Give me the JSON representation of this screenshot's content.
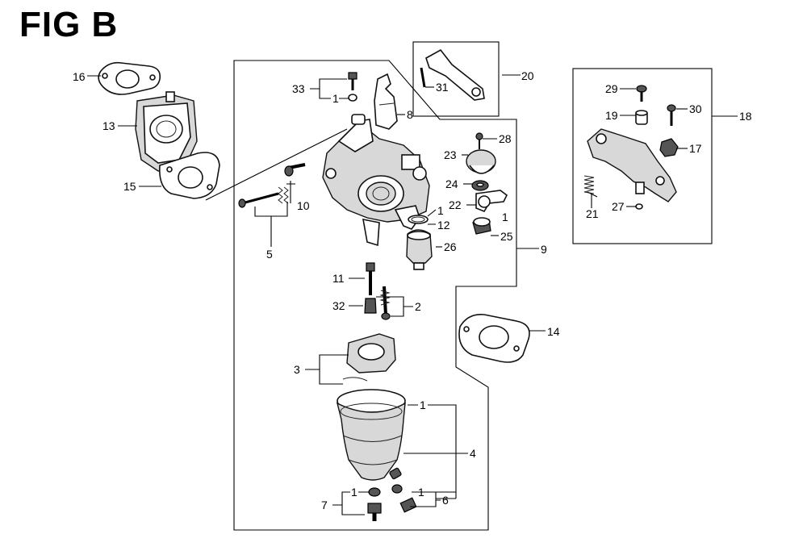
{
  "figure": {
    "title": "FIG B"
  },
  "labels": {
    "p16": "16",
    "p13": "13",
    "p15": "15",
    "p33": "33",
    "p1_33": "1",
    "p8": "8",
    "p10": "10",
    "p5": "5",
    "p20": "20",
    "p31": "31",
    "p28": "28",
    "p23": "23",
    "p24": "24",
    "p22": "22",
    "p1_22": "1",
    "p12": "12",
    "p1_12": "1",
    "p25": "25",
    "p26": "26",
    "p9": "9",
    "p11": "11",
    "p32": "32",
    "p2": "2",
    "p3": "3",
    "p14": "14",
    "p1_bowl": "1",
    "p4": "4",
    "p7": "7",
    "p1_7": "1",
    "p1_6": "1",
    "p6": "6",
    "p29": "29",
    "p19": "19",
    "p30": "30",
    "p18": "18",
    "p17": "17",
    "p21": "21",
    "p27": "27"
  }
}
